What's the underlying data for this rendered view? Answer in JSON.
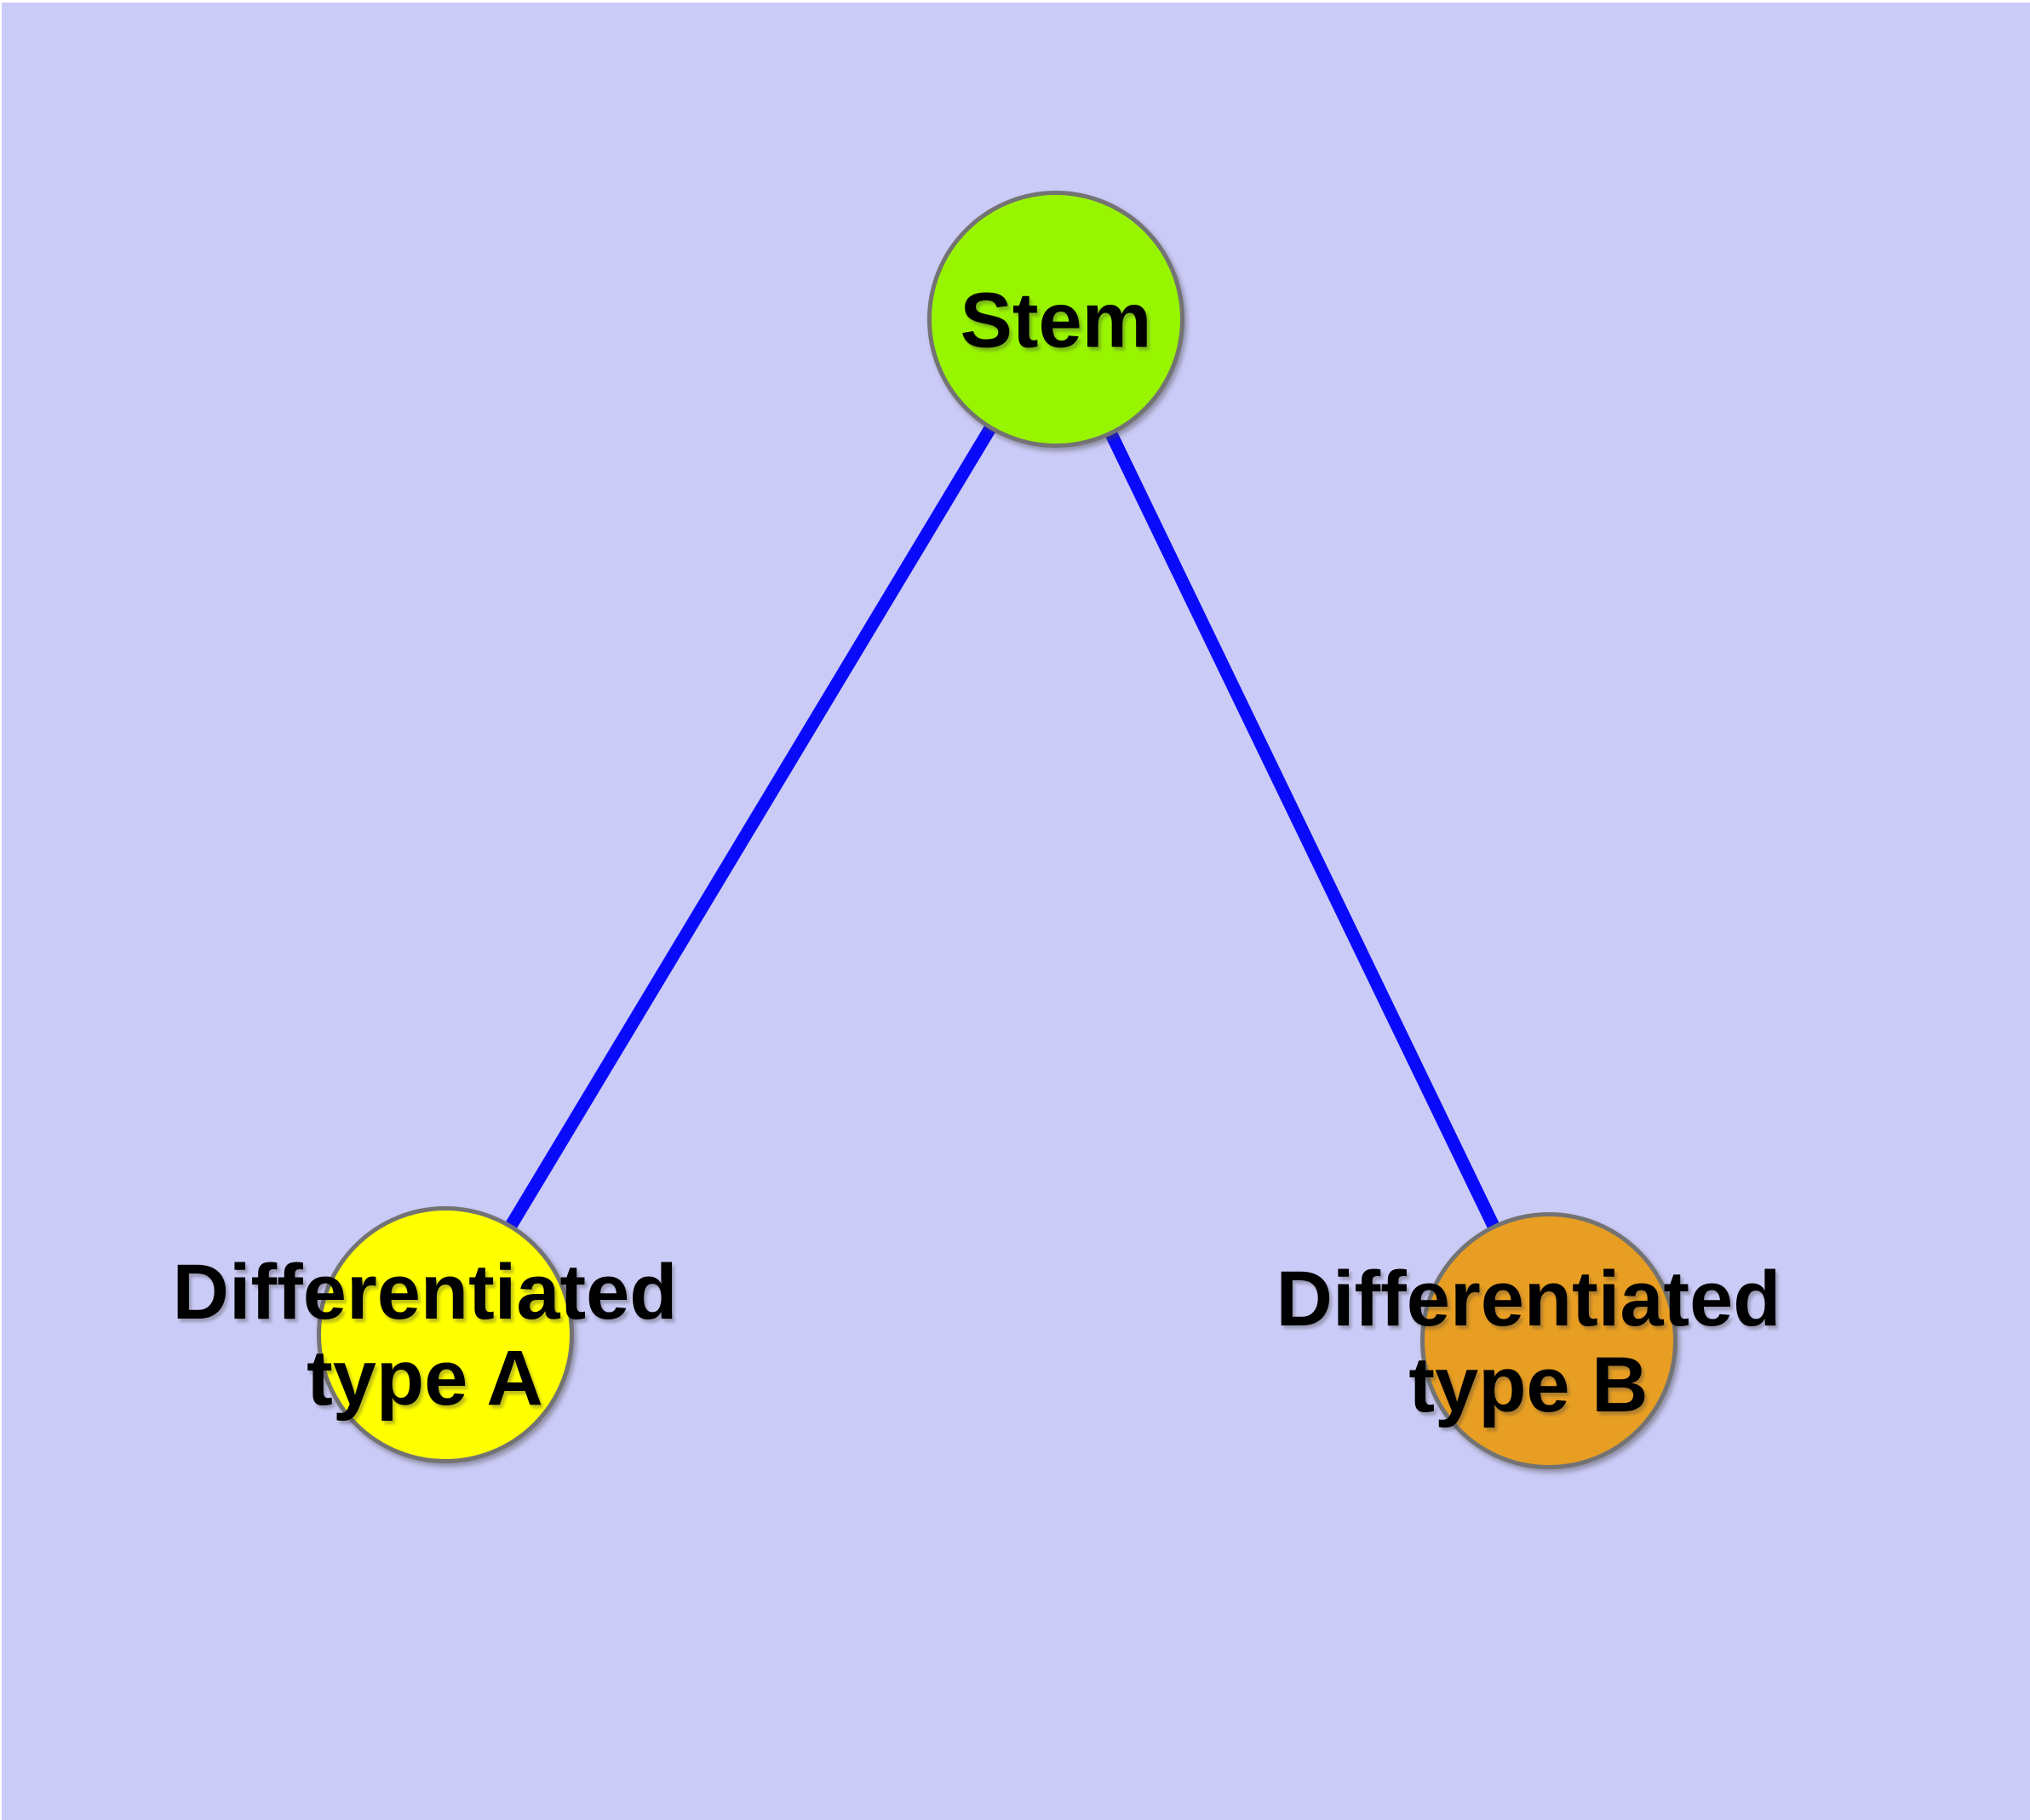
{
  "diagram": {
    "description": "Stem cell differentiation graph",
    "background_color": "#CBCBF7",
    "edge_color": "#0A0AFA",
    "node_border_color": "#737373",
    "text_color": "#000000",
    "nodes": [
      {
        "id": "stem",
        "label": "Stem",
        "fill": "#98F500"
      },
      {
        "id": "type-a",
        "label": "Differentiated\ntype A",
        "fill": "#FFFF00"
      },
      {
        "id": "type-b",
        "label": "Differentiated\ntype B",
        "fill": "#E89E22"
      }
    ],
    "edges": [
      {
        "from": "stem",
        "to": "type-a"
      },
      {
        "from": "stem",
        "to": "type-b"
      }
    ]
  }
}
